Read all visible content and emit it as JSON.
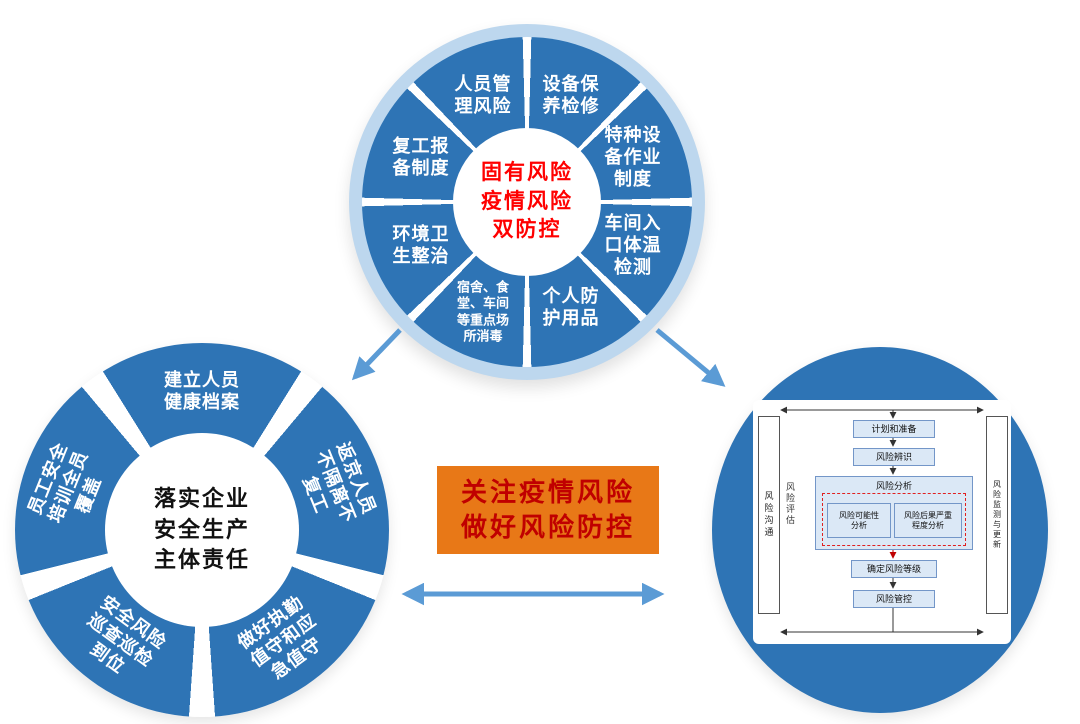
{
  "colors": {
    "wheel_blue": "#2E74B5",
    "pale_blue": "#BDD7EE",
    "banner_orange": "#E87817",
    "banner_text_red": "#C00000",
    "arrow_blue": "#5B9BD5",
    "wheel_center_red": "#FF0000",
    "flow_box_blue": "#DBE8F6",
    "flow_border_blue": "#7396C8"
  },
  "center_banner": {
    "text": "关注疫情风险\n做好风险防控"
  },
  "top_wheel": {
    "center_label": "固有风险\n疫情风险\n双防控",
    "segments": [
      "人员管\n理风险",
      "设备保\n养检修",
      "特种设\n备作业\n制度",
      "车间入\n口体温\n检测",
      "个人防\n护用品",
      "宿舍、食\n堂、车间\n等重点场\n所消毒",
      "环境卫\n生整治",
      "复工报\n备制度"
    ]
  },
  "left_wheel": {
    "center_label": "落实企业\n安全生产\n主体责任",
    "segments": [
      "建立人员\n健康档案",
      "返京人员\n不隔离不\n复工",
      "做好执勤\n值守和应\n急值守",
      "安全风险\n巡查巡检\n到位",
      "员工安全\n培训全员\n覆盖"
    ]
  },
  "right_flow": {
    "side_left": "风险沟通",
    "side_right": "风险监测与更新",
    "assessment_label": "风险评估",
    "step_plan": "计划和准备",
    "step_identify": "风险辨识",
    "analysis_title": "风险分析",
    "analysis_sub_1": "风险可能性\n分析",
    "analysis_sub_2": "风险后果严重\n程度分析",
    "step_level": "确定风险等级",
    "step_control": "风险管控"
  }
}
